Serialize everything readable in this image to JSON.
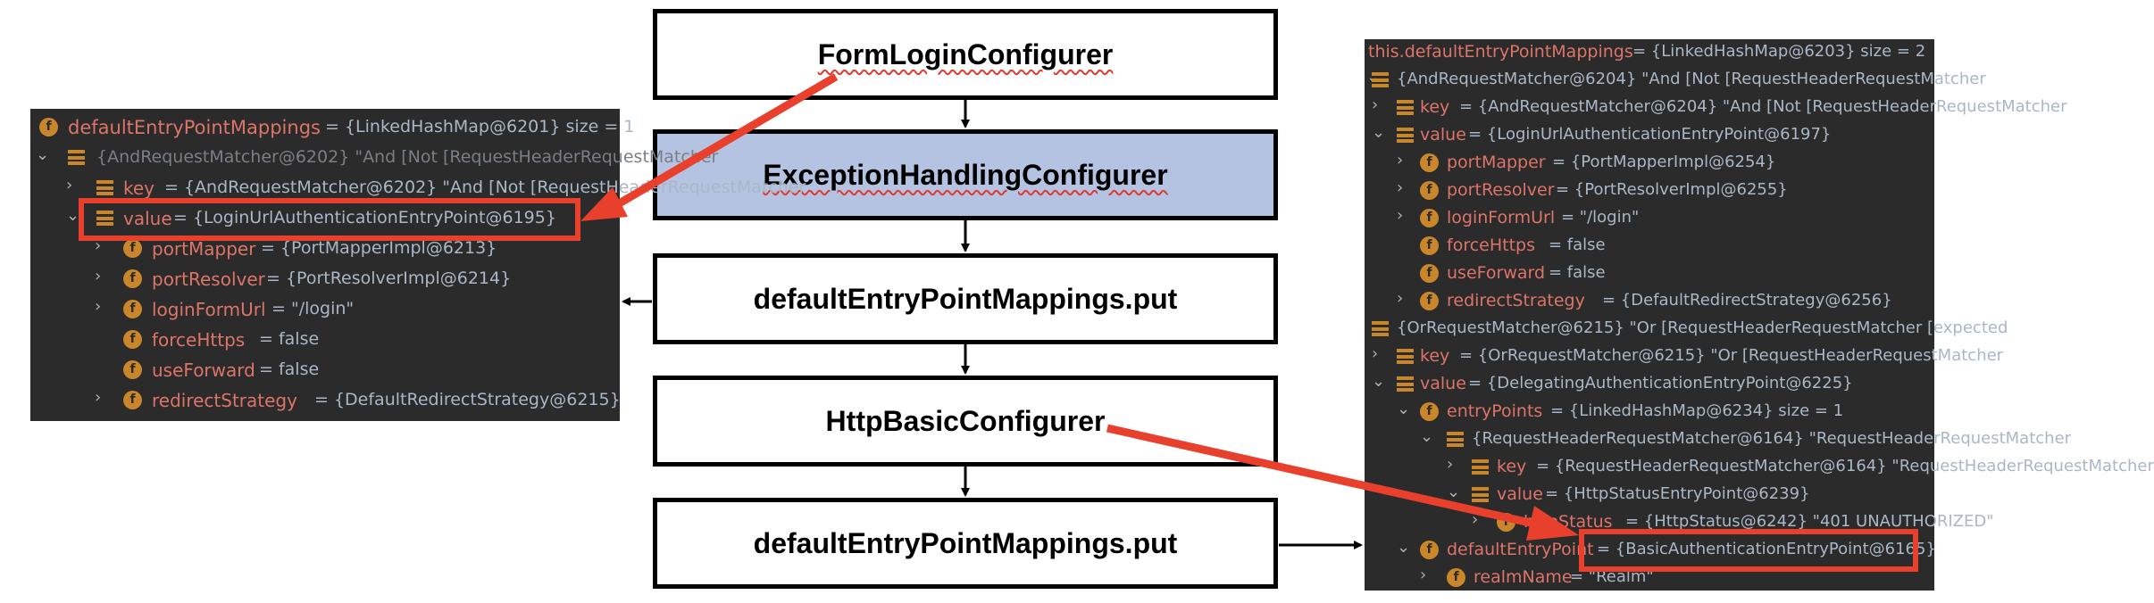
{
  "flow": {
    "boxes": [
      {
        "label": "FormLoginConfigurer"
      },
      {
        "label": "ExceptionHandlingConfigurer"
      },
      {
        "label": "defaultEntryPointMappings.put"
      },
      {
        "label": "HttpBasicConfigurer"
      },
      {
        "label": "defaultEntryPointMappings.put"
      }
    ]
  },
  "left_panel": {
    "rows": [
      {
        "name": "defaultEntryPointMappings",
        "value": "= {LinkedHashMap@6201}  size = 1"
      },
      {
        "name": "",
        "value": "{AndRequestMatcher@6202} \"And [Not [RequestHeaderRequestMatcher"
      },
      {
        "name": "key",
        "value": "= {AndRequestMatcher@6202} \"And [Not [RequestHeaderRequestMatcher"
      },
      {
        "name": "value",
        "value": "= {LoginUrlAuthenticationEntryPoint@6195}"
      },
      {
        "name": "portMapper",
        "value": "= {PortMapperImpl@6213}"
      },
      {
        "name": "portResolver",
        "value": "= {PortResolverImpl@6214}"
      },
      {
        "name": "loginFormUrl",
        "value": "= \"/login\""
      },
      {
        "name": "forceHttps",
        "value": "= false"
      },
      {
        "name": "useForward",
        "value": "= false"
      },
      {
        "name": "redirectStrategy",
        "value": "= {DefaultRedirectStrategy@6215}"
      }
    ]
  },
  "right_panel": {
    "rows": [
      {
        "name": "this.defaultEntryPointMappings",
        "value": "= {LinkedHashMap@6203}  size = 2"
      },
      {
        "name": "",
        "value": "{AndRequestMatcher@6204} \"And [Not [RequestHeaderRequestMatcher"
      },
      {
        "name": "key",
        "value": "= {AndRequestMatcher@6204} \"And [Not [RequestHeaderRequestMatcher"
      },
      {
        "name": "value",
        "value": "= {LoginUrlAuthenticationEntryPoint@6197}"
      },
      {
        "name": "portMapper",
        "value": "= {PortMapperImpl@6254}"
      },
      {
        "name": "portResolver",
        "value": "= {PortResolverImpl@6255}"
      },
      {
        "name": "loginFormUrl",
        "value": "= \"/login\""
      },
      {
        "name": "forceHttps",
        "value": "= false"
      },
      {
        "name": "useForward",
        "value": "= false"
      },
      {
        "name": "redirectStrategy",
        "value": "= {DefaultRedirectStrategy@6256}"
      },
      {
        "name": "",
        "value": "{OrRequestMatcher@6215} \"Or [RequestHeaderRequestMatcher [expected"
      },
      {
        "name": "key",
        "value": "= {OrRequestMatcher@6215} \"Or [RequestHeaderRequestMatcher"
      },
      {
        "name": "value",
        "value": "= {DelegatingAuthenticationEntryPoint@6225}"
      },
      {
        "name": "entryPoints",
        "value": "= {LinkedHashMap@6234}  size = 1"
      },
      {
        "name": "",
        "value": "{RequestHeaderRequestMatcher@6164} \"RequestHeaderRequestMatcher"
      },
      {
        "name": "key",
        "value": "= {RequestHeaderRequestMatcher@6164} \"RequestHeaderRequestMatcher"
      },
      {
        "name": "value",
        "value": "= {HttpStatusEntryPoint@6239}"
      },
      {
        "name": "httpStatus",
        "value": "= {HttpStatus@6242} \"401 UNAUTHORIZED\""
      },
      {
        "name": "defaultEntryPoint",
        "value": "= {BasicAuthenticationEntryPoint@6165}"
      },
      {
        "name": "realmName",
        "value": "= \"Realm\""
      }
    ]
  },
  "colors": {
    "highlight_red": "#e8402c",
    "panel_bg": "#2b2b2b",
    "box_blue": "#b4c3e2",
    "field_name": "#dd7468",
    "type_gray": "#7a7f85",
    "string_green": "#6a8759"
  },
  "icons": [
    "field-icon",
    "map-entry-icon",
    "expand-arrow-icon",
    "collapse-arrow-icon"
  ]
}
